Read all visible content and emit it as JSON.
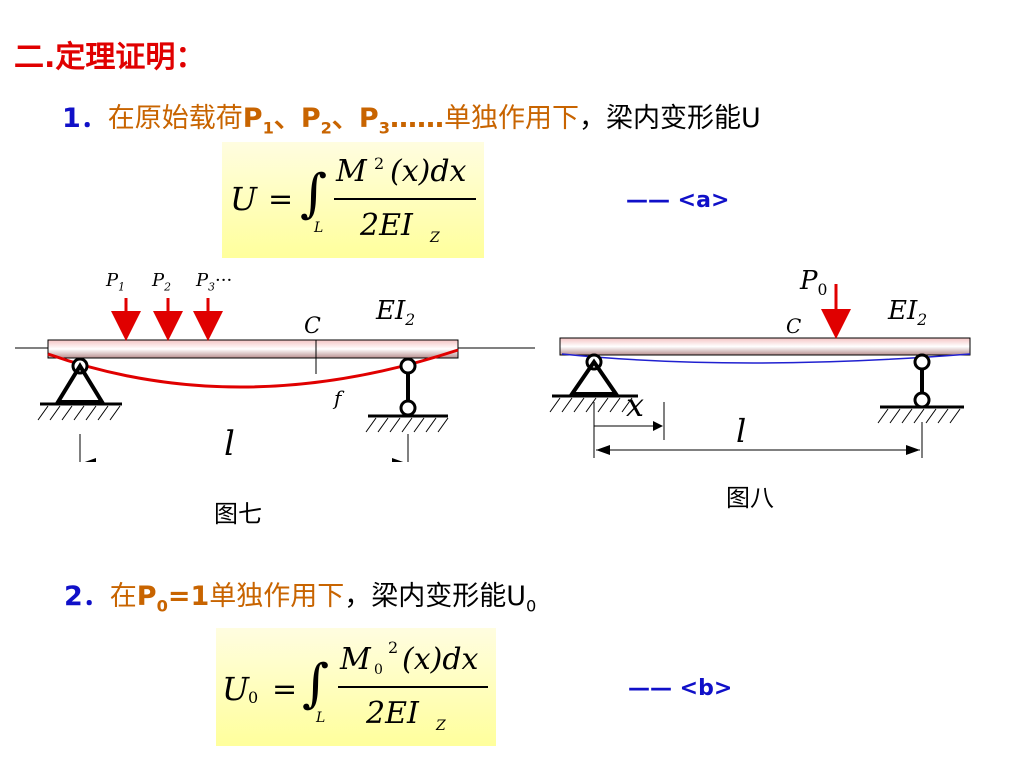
{
  "title": "二.定理证明：",
  "item1": {
    "num": "1．",
    "lead": "在原始载荷",
    "p": "P",
    "s1": "1",
    "sep1": "、P",
    "s2": "2",
    "sep2": "、P",
    "s3": "3",
    "ellipsis": "……",
    "action": "单独作用下",
    "rest": "，梁内变形能U"
  },
  "formula_a": {
    "lhs": "U",
    "eq": "=",
    "int": "∫",
    "limit": "L",
    "numerator": "M",
    "sup": "2",
    "arg": "(x)dx",
    "denominator": "2EI",
    "den_sub": "Z"
  },
  "tag_a": "—— <a>",
  "fig7": {
    "p1": "P",
    "p1_sub": "1",
    "p2": "P",
    "p2_sub": "2",
    "p3": "P",
    "p3_sub": "3",
    "dots": "···",
    "c": "C",
    "ei": "EI",
    "ei_sub": "2",
    "f": "f",
    "l": "l",
    "caption": "图七"
  },
  "fig8": {
    "p0": "P",
    "p0_sub": "0",
    "c": "C",
    "ei": "EI",
    "ei_sub": "2",
    "x": "x",
    "l": "l",
    "caption": "图八"
  },
  "item2": {
    "num": "2．",
    "lead": "在",
    "p": "P",
    "sub": "0",
    "eq": "=1",
    "action": "单独作用下",
    "rest": "，梁内变形能U",
    "rest_sub": "0"
  },
  "formula_b": {
    "lhs": "U",
    "lhs_sub": "0",
    "eq": "=",
    "int": "∫",
    "limit": "L",
    "numerator": "M",
    "num_sub": "0",
    "sup": "2",
    "arg": "(x)dx",
    "denominator": "2EI",
    "den_sub": "Z"
  },
  "tag_b": "—— <b>"
}
